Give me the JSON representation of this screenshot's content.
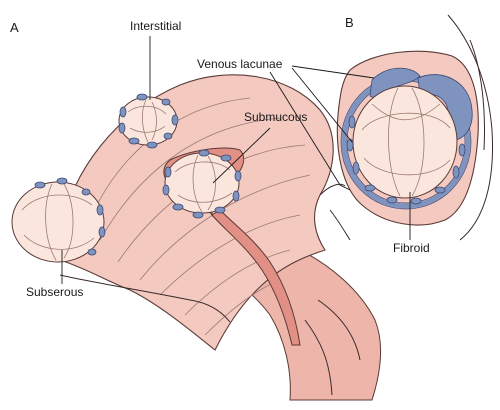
{
  "panels": {
    "a": "A",
    "b": "B"
  },
  "labels": {
    "interstitial": "Interstitial",
    "submucous": "Submucous",
    "subserous": "Subserous",
    "venous_lacunae": "Venous lacunae",
    "fibroid": "Fibroid"
  },
  "colors": {
    "tissue": "#f3c9c0",
    "fibroid": "#fbe6dd",
    "vein": "#7f93bf",
    "cavity": "#e28f86"
  }
}
